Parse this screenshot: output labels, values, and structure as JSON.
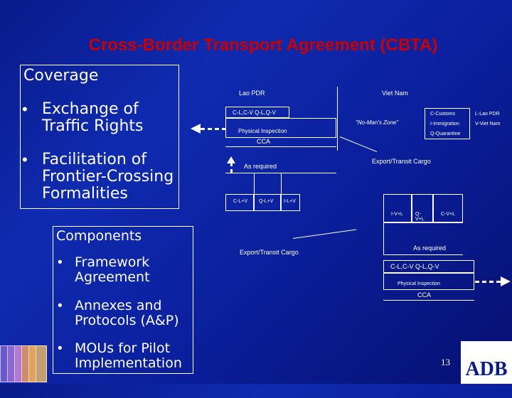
{
  "title": "Cross-Border Transport Agreement (CBTA)",
  "coverage": {
    "heading": "Coverage",
    "bullet": "•",
    "items": [
      "Exchange of Traffic Rights",
      "Facilitation of Frontier-Crossing Formalities"
    ]
  },
  "components": {
    "heading": "Components",
    "bullet": "•",
    "items": [
      "Framework Agreement",
      "Annexes and Protocols (A&P)",
      "MOUs for Pilot Implementation"
    ]
  },
  "diagram": {
    "lao_pdr": "Lao PDR",
    "viet_nam": "Viet Nam",
    "top_left_row": "C-L,C-V  Q-L,Q-V",
    "physical_inspection_1": "Physical Inspection",
    "cca_1": "CCA",
    "no_mans_zone": "\"No-Man's Zone\"",
    "legend_left": [
      "C-Customs",
      "I-Immigration",
      "Q-Quarantine"
    ],
    "legend_right": [
      "L-Lao PDR",
      "V-Viet Nam"
    ],
    "as_required_1": "As required",
    "export_transit_1": "Export/Transit Cargo",
    "lao_boxes": [
      "C-L+V",
      "Q-L+V",
      "I-L+V"
    ],
    "viet_boxes": [
      "I-V+L",
      "Q-V+L",
      "C-V+L"
    ],
    "export_transit_2": "Export/Transit Cargo",
    "as_required_2": "As required",
    "bottom_right_row": "C-L,C-V   Q-L,Q-V",
    "physical_inspection_2": "Physical Inspection",
    "cca_2": "CCA"
  },
  "page_number": "13",
  "logo": "ADB"
}
